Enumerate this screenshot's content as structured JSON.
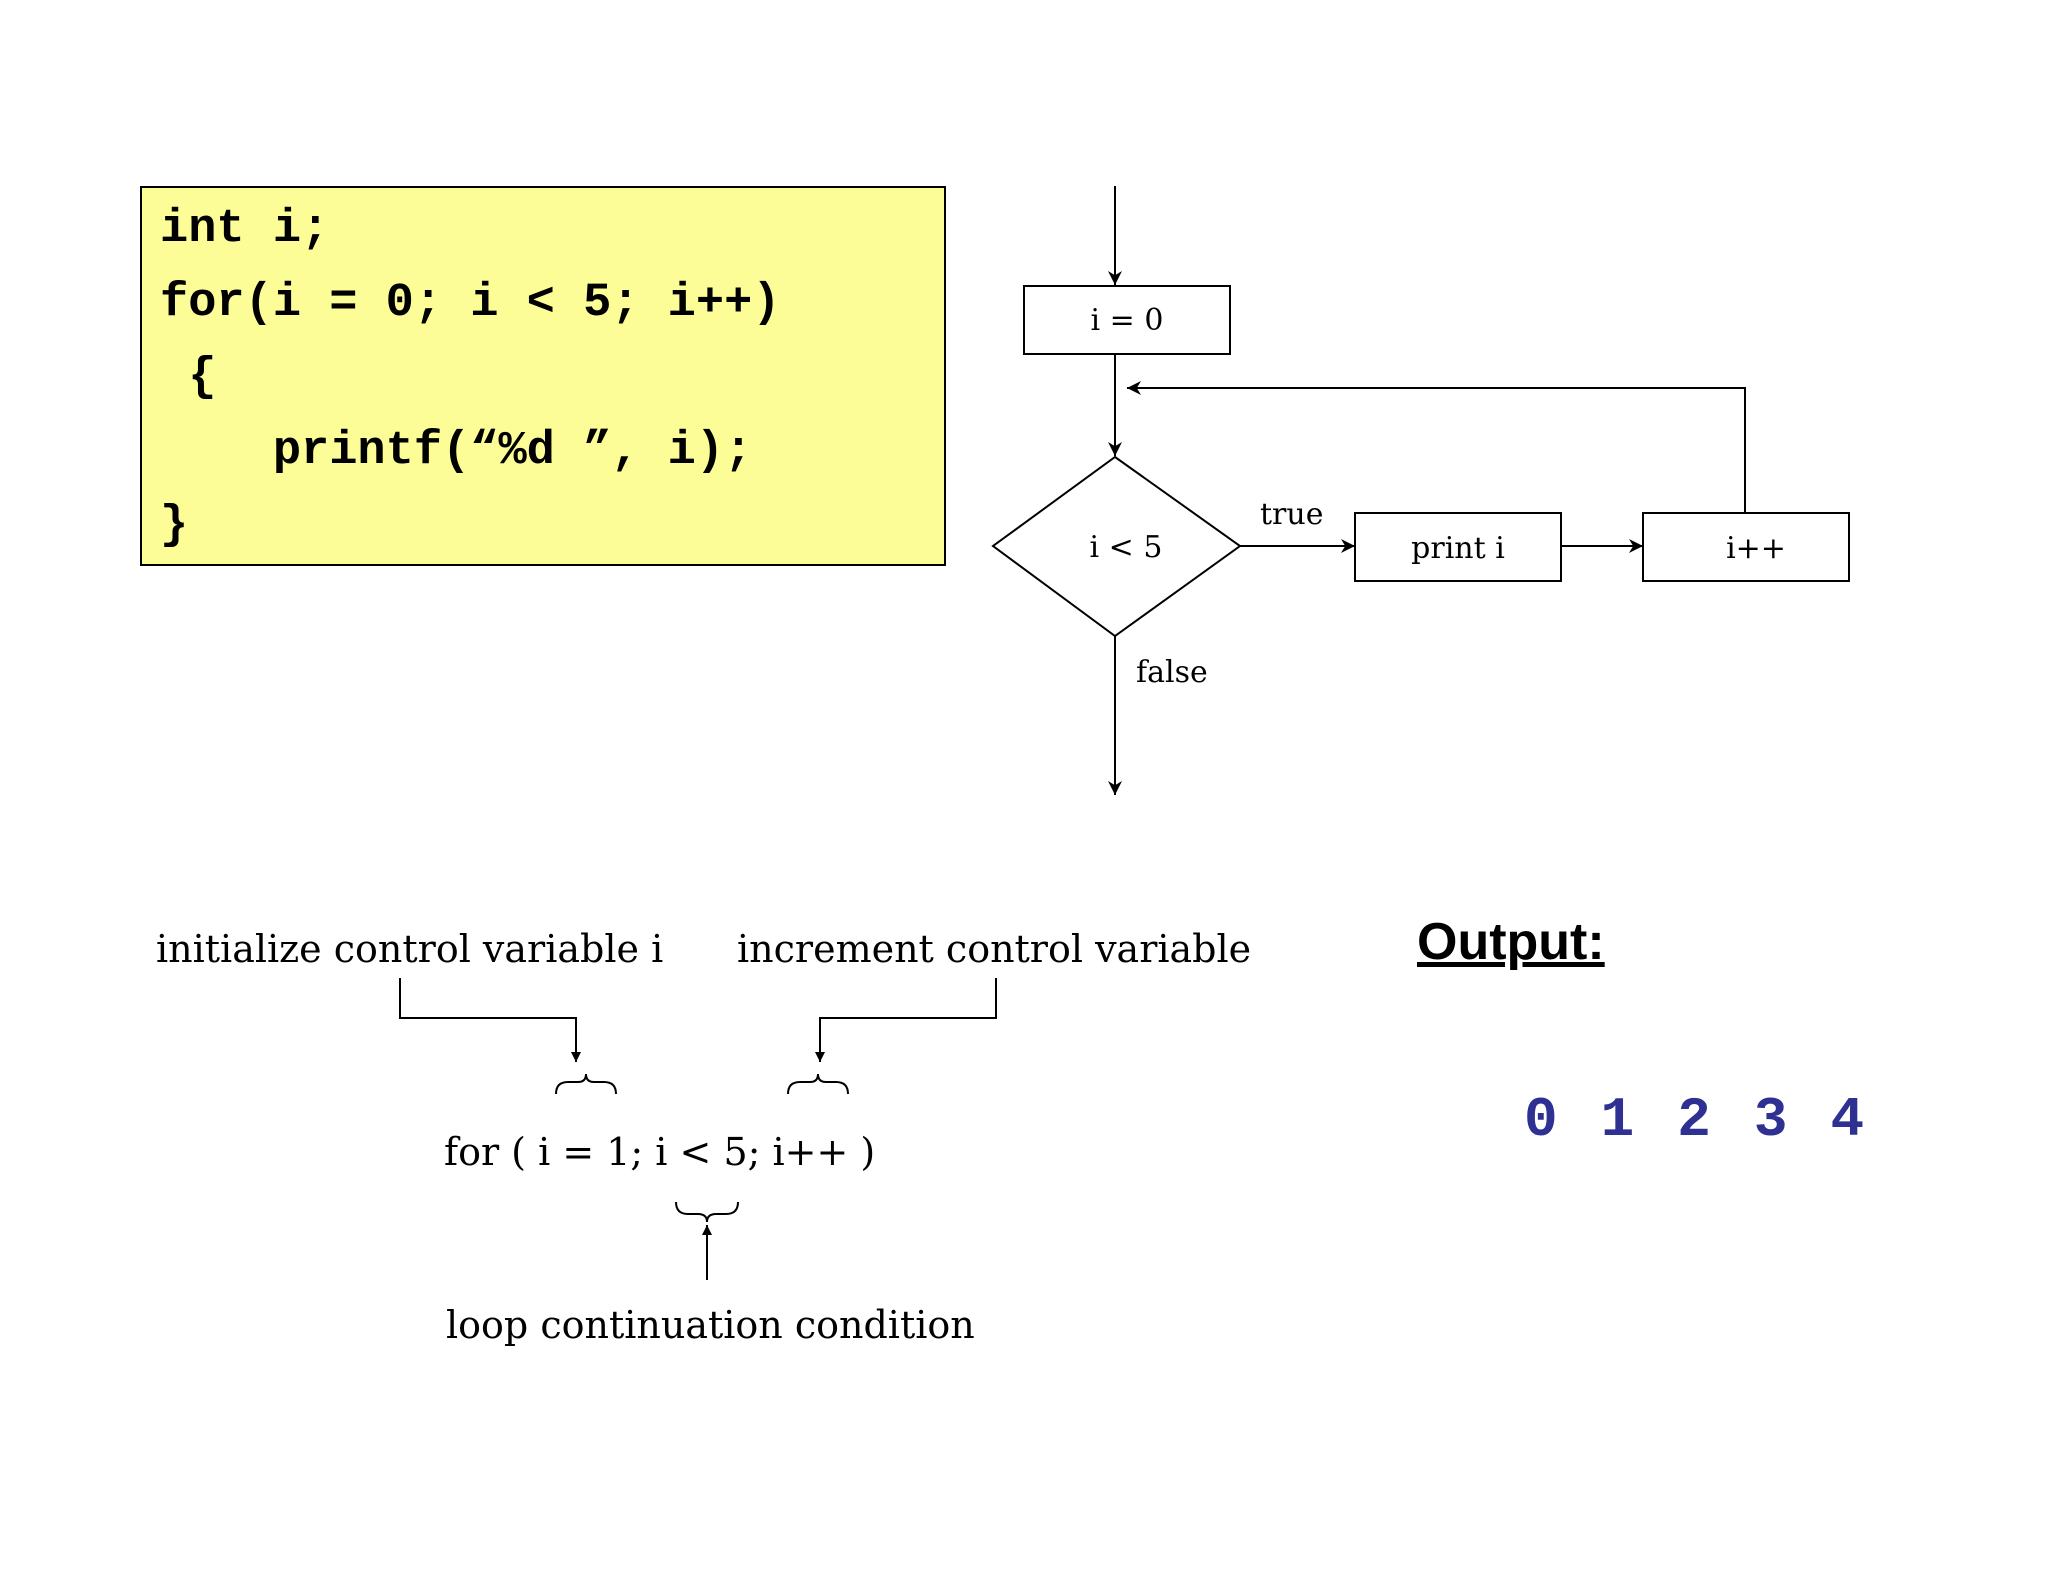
{
  "code": {
    "lines": [
      "int i;",
      "for(i = 0; i < 5; i++)",
      " {",
      "    printf(“%d ”, i);",
      "}"
    ]
  },
  "flowchart": {
    "init": "i = 0",
    "condition": "i < 5",
    "true_label": "true",
    "false_label": "false",
    "body": "print i",
    "increment": "i++"
  },
  "annotation": {
    "init_label": "initialize control variable i",
    "increment_label": "increment  control variable",
    "statement": "for ( i = 1;  i < 5;  i++ )",
    "condition_label": "loop continuation condition"
  },
  "output": {
    "title": "Output:",
    "values": [
      "0",
      "1",
      "2",
      "3",
      "4"
    ],
    "color": "#2e3192"
  }
}
